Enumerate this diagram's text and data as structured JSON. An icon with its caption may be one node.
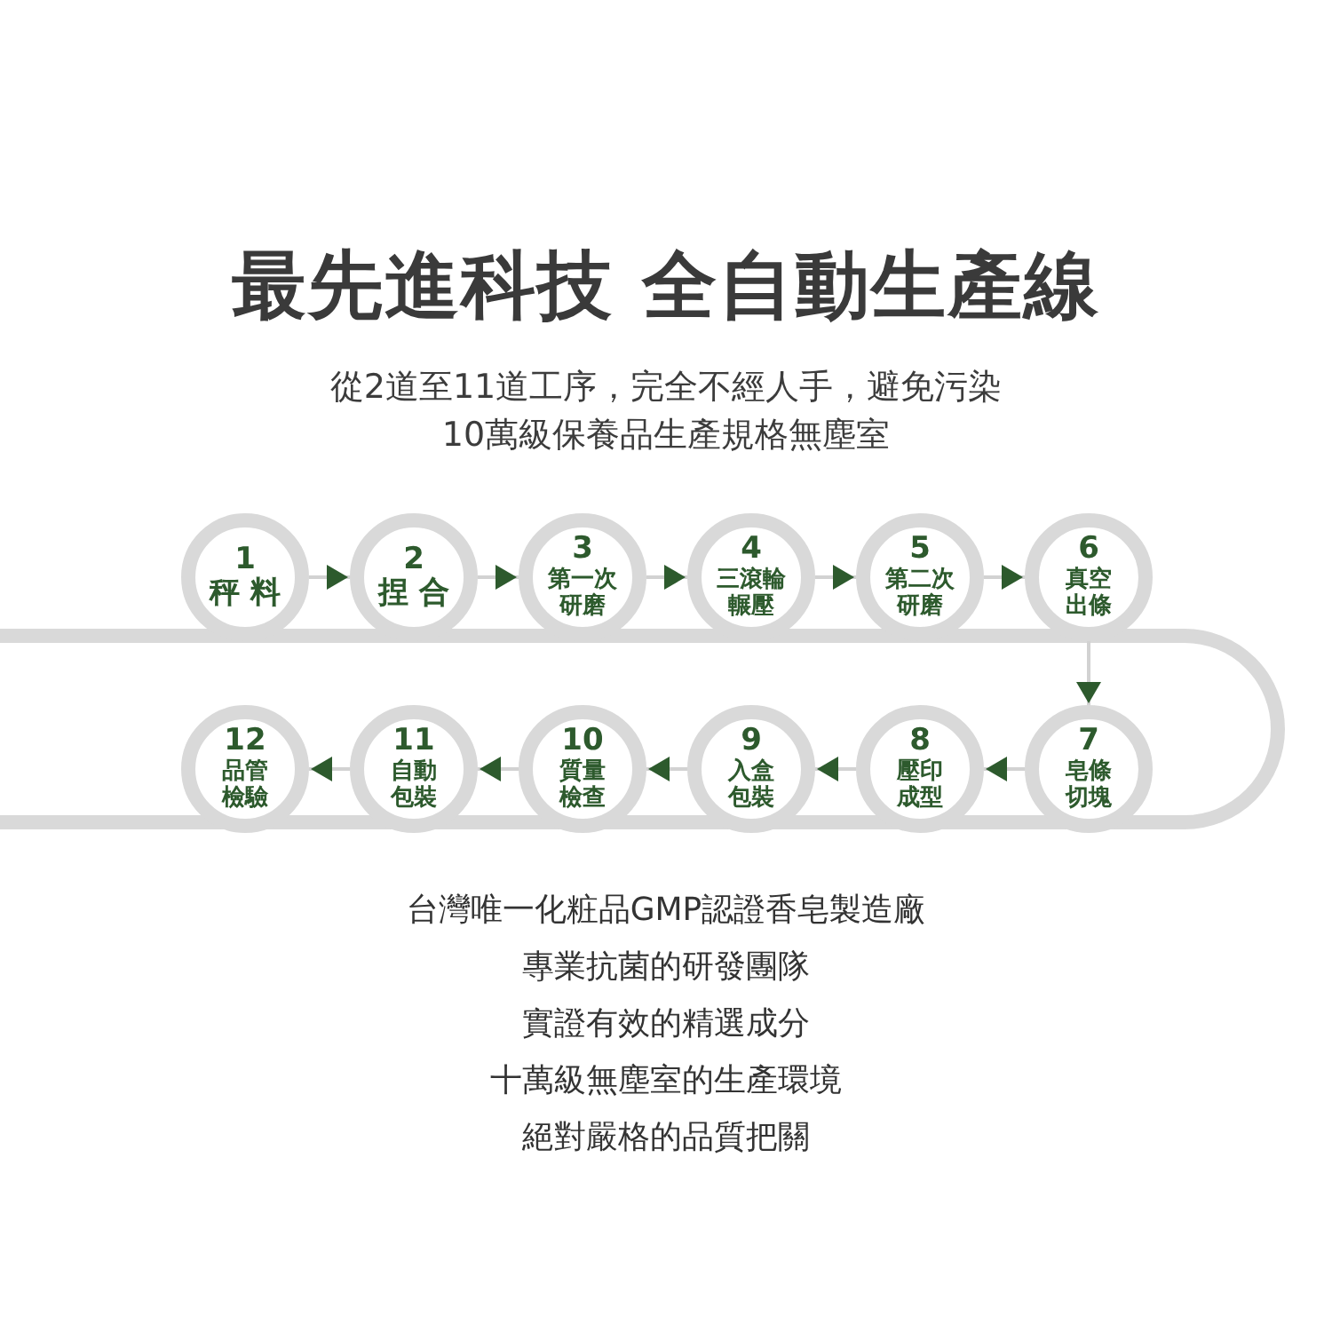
{
  "diagram": {
    "title": "最先進科技 全自動生產線",
    "nodes": [
      {
        "text": [
          "1",
          "秤 料"
        ]
      },
      {
        "text": [
          "2",
          "捏 合"
        ]
      },
      {
        "text": [
          "3",
          "第一次研磨"
        ]
      },
      {
        "text": [
          "4",
          "三滾輪輾壓"
        ]
      },
      {
        "text": [
          "5",
          "第二次研磨"
        ]
      },
      {
        "text": [
          "6",
          "真空出條"
        ]
      },
      {
        "text": [
          "7",
          "皂條切塊"
        ]
      },
      {
        "text": [
          "8",
          "壓印成型"
        ]
      },
      {
        "text": [
          "9",
          "入盒包裝"
        ]
      },
      {
        "text": [
          "10",
          "質量檢查"
        ]
      },
      {
        "text": [
          "11",
          "自動包裝"
        ]
      },
      {
        "text": [
          "12",
          "品管檢驗"
        ]
      }
    ],
    "edges": [
      {
        "from": 0,
        "to": 1,
        "arrow": "to"
      },
      {
        "from": 1,
        "to": 2,
        "arrow": "to"
      },
      {
        "from": 2,
        "to": 3,
        "arrow": "to"
      },
      {
        "from": 3,
        "to": 4,
        "arrow": "to"
      },
      {
        "from": 4,
        "to": 5,
        "arrow": "to"
      },
      {
        "from": 5,
        "to": 6,
        "arrow": "to"
      },
      {
        "from": 6,
        "to": 7,
        "arrow": "to"
      },
      {
        "from": 7,
        "to": 8,
        "arrow": "to"
      },
      {
        "from": 8,
        "to": 9,
        "arrow": "to"
      },
      {
        "from": 9,
        "to": 10,
        "arrow": "to"
      },
      {
        "from": 10,
        "to": 11,
        "arrow": "to"
      }
    ],
    "labels": [
      "從2道至11道工序，完全不經人手，避免污染",
      "10萬級保養品生產規格無塵室",
      "台灣唯一化粧品GMP認證香皂製造廠",
      "專業抗菌的研發團隊",
      "實證有效的精選成分",
      "十萬級無塵室的生產環境",
      "絕對嚴格的品質把關"
    ]
  }
}
